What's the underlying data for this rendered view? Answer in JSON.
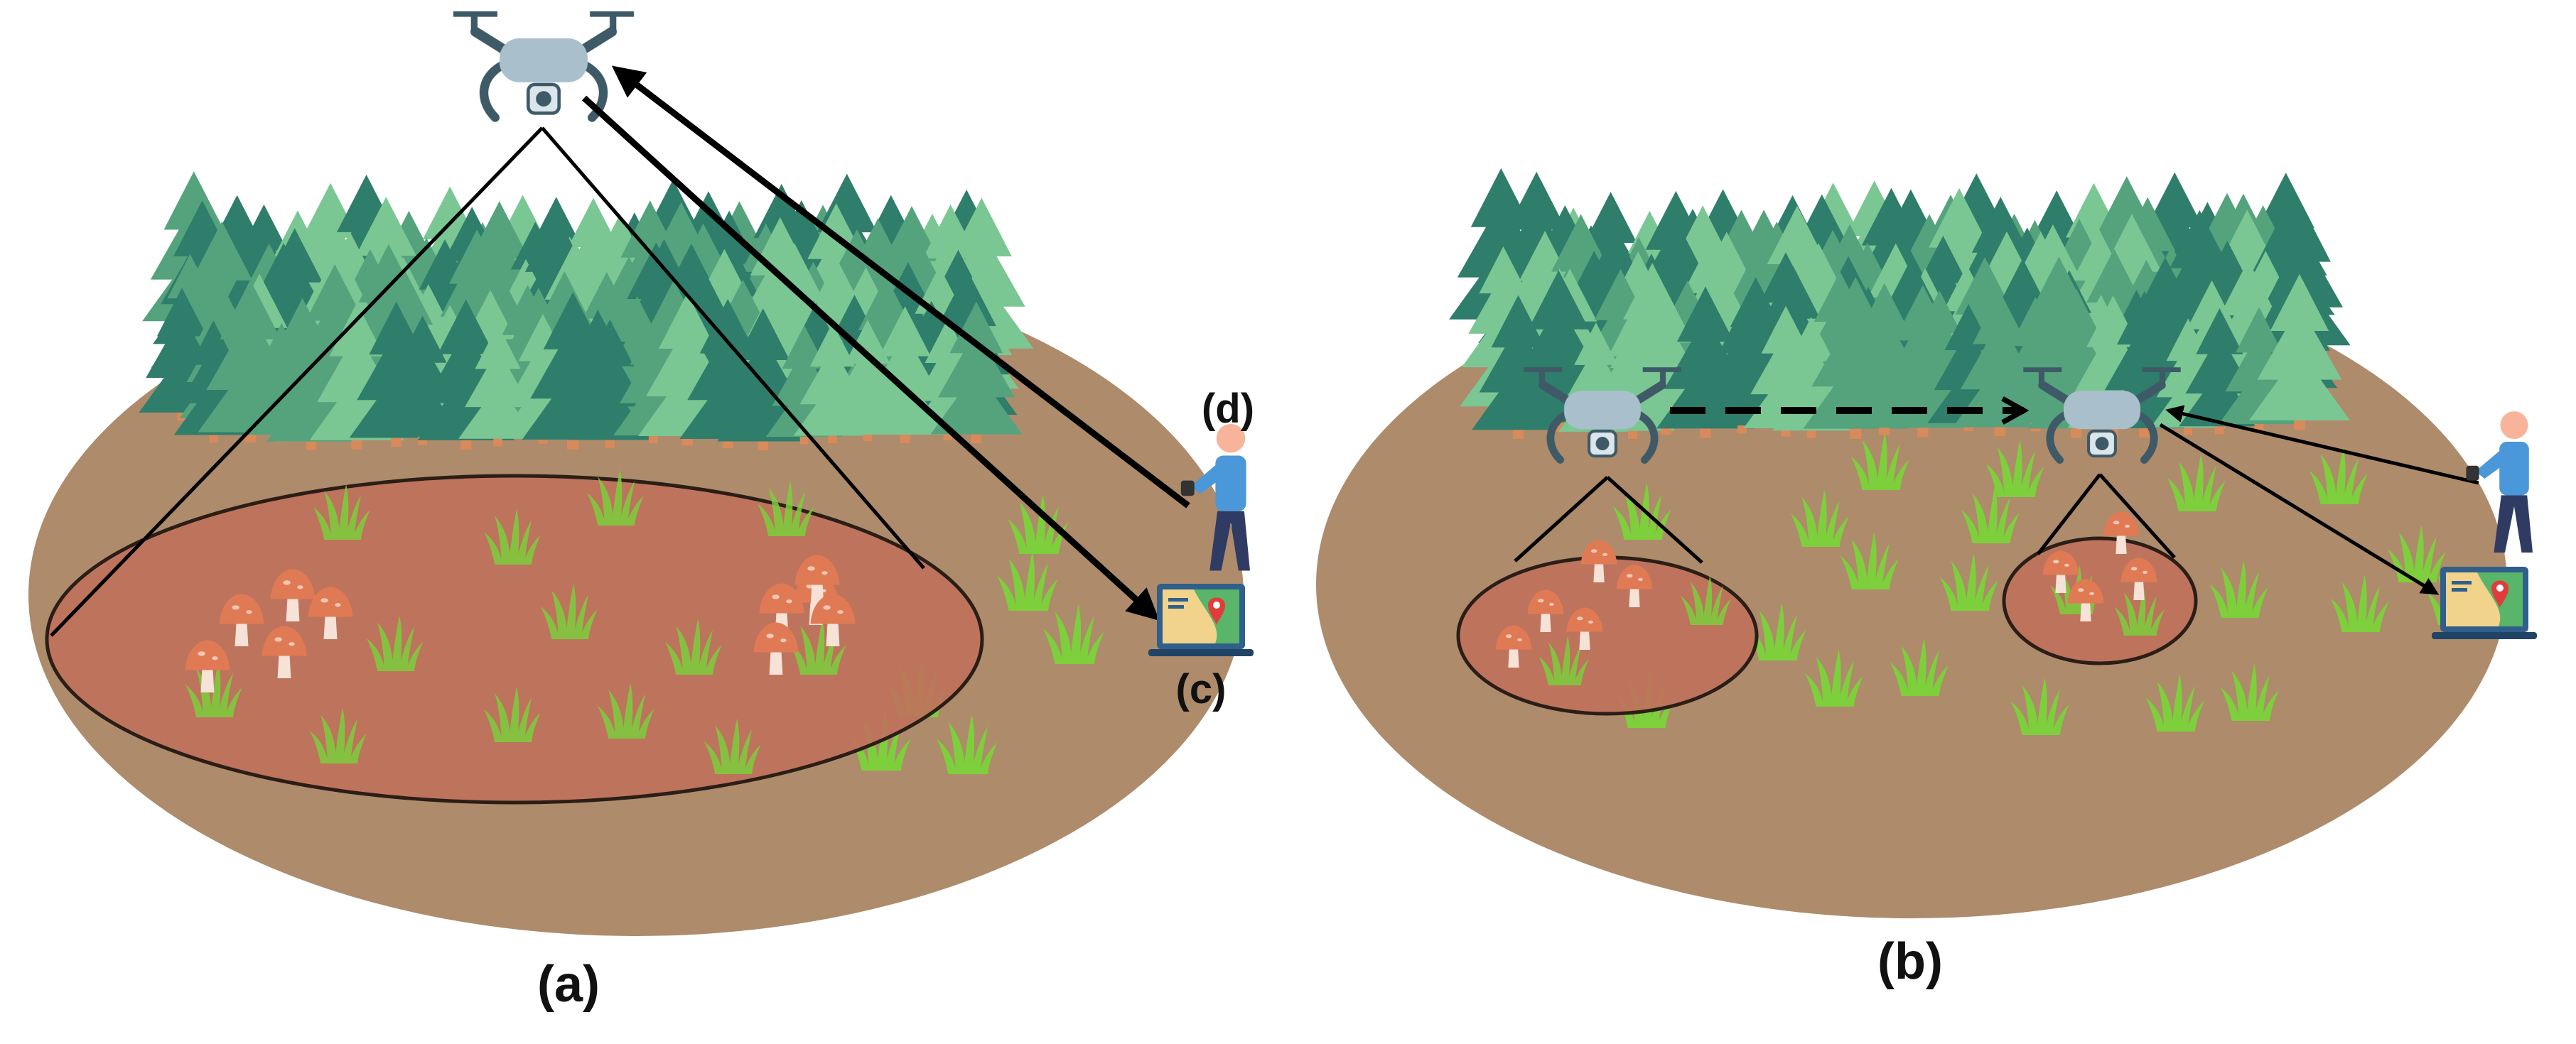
{
  "labels": {
    "panel_a": "(a)",
    "panel_b": "(b)",
    "monitor": "(c)",
    "operator": "(d)"
  },
  "colors": {
    "ground": "#ae8b6b",
    "infested_zone": "#c0705c",
    "tree_light": "#7ac793",
    "tree_mid": "#54a37c",
    "tree_dark": "#2f7d6b",
    "trunk": "#d98a5a",
    "grass": "#7dcf3c",
    "mushroom_cap": "#e07a55",
    "mushroom_stem": "#f6e2d6",
    "drone_body": "#a9bfcb",
    "drone_dark": "#3d5a66",
    "arrow": "#000000"
  },
  "icons": [
    "drone-icon",
    "tree-icon",
    "grass-icon",
    "mushroom-icon",
    "person-icon",
    "laptop-map-icon"
  ]
}
